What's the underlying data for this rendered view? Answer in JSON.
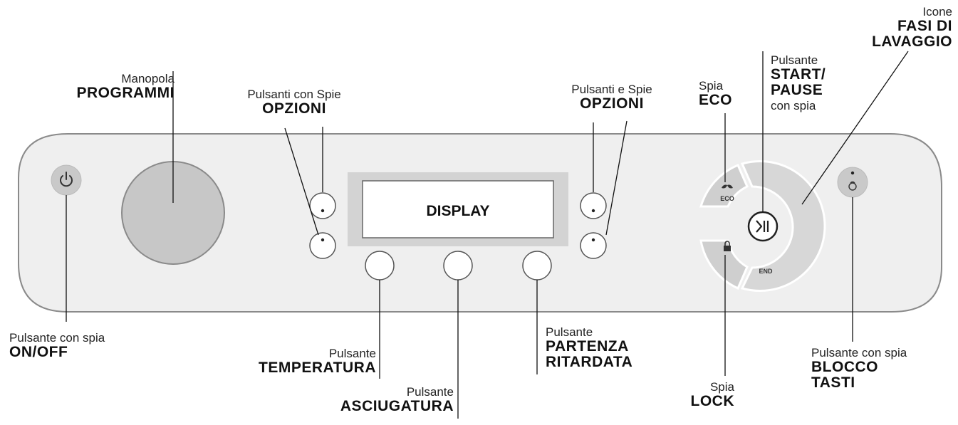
{
  "display": {
    "label": "DISPLAY"
  },
  "eco_icon": {
    "label": "ECO"
  },
  "end_icon": {
    "label": "END"
  },
  "labels": {
    "manopola": {
      "small": "Manopola",
      "bold": "PROGRAMMI"
    },
    "opzioni_left": {
      "small": "Pulsanti con Spie",
      "bold": "OPZIONI"
    },
    "opzioni_right": {
      "small": "Pulsanti e Spie",
      "bold": "OPZIONI"
    },
    "eco": {
      "small": "Spia",
      "bold": "ECO"
    },
    "start_pause": {
      "small": "Pulsante",
      "bold_1": "START/",
      "bold_2": "PAUSE",
      "small_2": "con spia"
    },
    "fasi": {
      "small": "Icone",
      "bold_1": "FASI DI",
      "bold_2": "LAVAGGIO"
    },
    "on_off": {
      "small": "Pulsante con spia",
      "bold": "ON/OFF"
    },
    "temperatura": {
      "small": "Pulsante",
      "bold": "TEMPERATURA"
    },
    "asciugatura": {
      "small": "Pulsante",
      "bold": "ASCIUGATURA"
    },
    "partenza": {
      "small": "Pulsante",
      "bold_1": "PARTENZA",
      "bold_2": "RITARDATA"
    },
    "lock": {
      "small": "Spia",
      "bold": "LOCK"
    },
    "blocco": {
      "small": "Pulsante con spia",
      "bold_1": "BLOCCO",
      "bold_2": "TASTI"
    }
  }
}
